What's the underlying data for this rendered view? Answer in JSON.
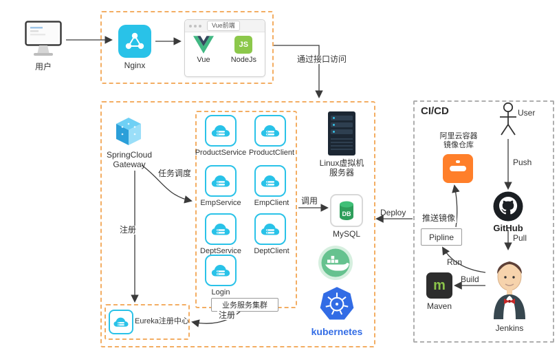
{
  "colors": {
    "accent_cyan": "#29c2e8",
    "dashed_orange": "#f3ad62",
    "kubernetes_blue": "#326ce5",
    "registry_orange": "#ff7f2a",
    "docker_green": "#66c28f",
    "node_green": "#8cc84b",
    "vue_green": "#41b883"
  },
  "frontend": {
    "client_label": "用户",
    "nginx_label": "Nginx",
    "browser_tab": "Vue前端",
    "vue_label": "Vue",
    "node_label": "NodeJs",
    "node_glyph": "JS"
  },
  "backend": {
    "gateway_line1": "SpringCloud",
    "gateway_line2": "Gateway",
    "services": [
      {
        "label": "ProductService"
      },
      {
        "label": "ProductClient"
      },
      {
        "label": "EmpService"
      },
      {
        "label": "EmpClient"
      },
      {
        "label": "DeptService"
      },
      {
        "label": "DeptClient"
      },
      {
        "label": "Login"
      }
    ],
    "cluster_label": "业务服务集群",
    "eureka_label": "Eureka注册中心",
    "linux_line1": "Linux虚拟机",
    "linux_line2": "服务器",
    "mysql_label": "MySQL",
    "mysql_glyph": "DB",
    "kubernetes_label": "kubernetes"
  },
  "cicd": {
    "title": "CI/CD",
    "user_label": "User",
    "registry_line1": "阿里云容器",
    "registry_line2": "镜像仓库",
    "github_label": "GitHub",
    "jenkins_label": "Jenkins",
    "maven_label": "Maven",
    "maven_glyph": "m",
    "pipeline_label": "Pipline"
  },
  "edges": {
    "api_access": "通过接口访问",
    "task_dispatch": "任务调度",
    "register_gateway": "注册",
    "register_cluster": "注册",
    "call_db": "调用",
    "deploy": "Deploy",
    "push": "Push",
    "pull": "Pull",
    "build": "Build",
    "run": "Run",
    "push_image": "推送镜像"
  }
}
